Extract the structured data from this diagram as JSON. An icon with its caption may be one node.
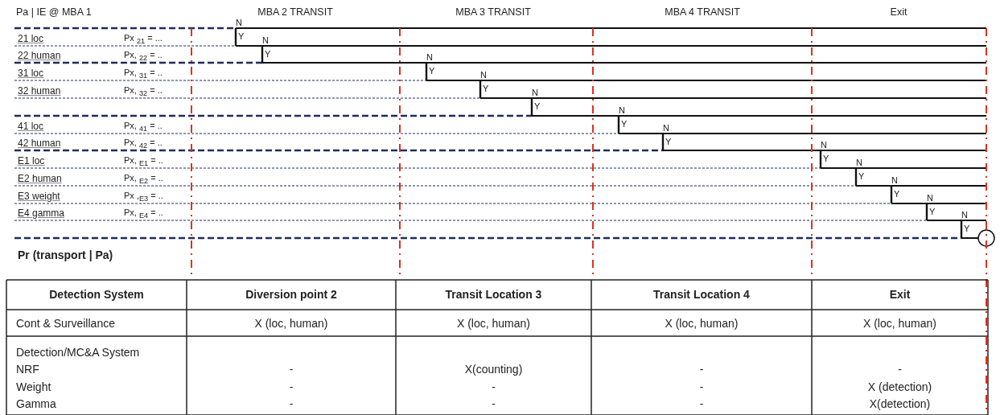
{
  "diagram": {
    "labels": [
      "Pa | IE @ MBA 1",
      "MBA 2  TRANSIT",
      "MBA 3 TRANSIT",
      "MBA 4 TRANSIT",
      "Exit",
      "21 loc",
      "Px $_{21}$ = ...",
      "22 human",
      "Px, $_{22}$ = ..",
      "31 loc",
      "Px, $_{31}$ = ..",
      "32 human",
      "Px, $_{32}$ = ..",
      "41 loc",
      "Px, $_{41}$ = ..",
      "42 human",
      "Px, $_{42}$ = ..",
      "E1 loc",
      "Px, $_{E1}$ = ..",
      "E2 human",
      "Px, $_{E2}$ = ..",
      "E3 weight",
      "Px ,$_{E3}$ = ..",
      "E4 gamma",
      "Px, $_{E4}$ = ..",
      "N",
      "Y",
      "N",
      "Y",
      "N",
      "Y",
      "N",
      "Y",
      "N",
      "Y",
      "N",
      "Y",
      "N",
      "Y",
      "N",
      "Y",
      "N",
      "Y",
      "N",
      "Y",
      "N",
      "Y",
      "N",
      "Y",
      "Pr (transport | Pa)",
      "Detection System",
      "Diversion point 2",
      "Transit Location 3",
      "Transit Location 4",
      "Exit",
      "Cont & Surveillance",
      "X (loc, human)",
      "X (loc, human)",
      "X (loc, human)",
      "X (loc, human)",
      "Detection/MC&A  System",
      "NRF",
      "-",
      "X(counting)",
      "-",
      "-",
      "Weight",
      "-",
      "-",
      "-",
      "X (detection)",
      "Gamma",
      "-",
      "-",
      "-",
      "X(detection)"
    ]
  }
}
